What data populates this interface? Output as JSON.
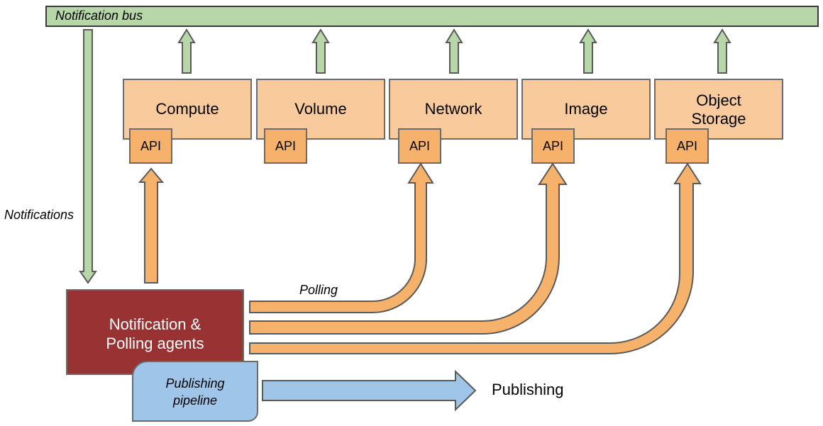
{
  "bus": {
    "label": "Notification bus"
  },
  "services": [
    {
      "name": "Compute",
      "lines": [
        "Compute"
      ],
      "has_api": true
    },
    {
      "name": "Volume",
      "lines": [
        "Volume"
      ],
      "has_api": true
    },
    {
      "name": "Network",
      "lines": [
        "Network"
      ],
      "has_api": true
    },
    {
      "name": "Image",
      "lines": [
        "Image"
      ],
      "has_api": true
    },
    {
      "name": "Object Storage",
      "lines": [
        "Object",
        "Storage"
      ],
      "has_api": true
    }
  ],
  "api_label": "API",
  "labels": {
    "notifications": "Notifications",
    "polling": "Polling",
    "publishing": "Publishing"
  },
  "agents": {
    "lines": [
      "Notification &",
      "Polling agents"
    ]
  },
  "pipeline": {
    "lines": [
      "Publishing",
      "pipeline"
    ]
  },
  "colors": {
    "bus": "#b7d7a8",
    "service": "#f9cb9c",
    "api": "#f6b26b",
    "polling_arrow": "#f6b26b",
    "agents": "#993333",
    "pipeline": "#9fc5e8",
    "notification_arrow": "#b7d7a8"
  }
}
